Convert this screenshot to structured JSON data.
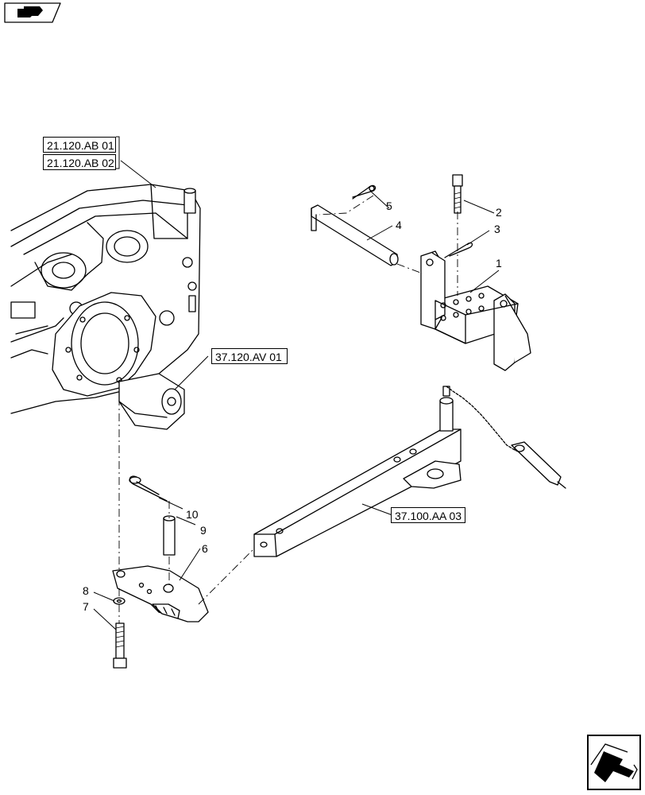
{
  "references": {
    "r1": "21.120.AB 01",
    "r2": "21.120.AB 02",
    "r3": "37.120.AV 01",
    "r4": "37.100.AA 03"
  },
  "callouts": [
    "1",
    "2",
    "3",
    "4",
    "5",
    "6",
    "7",
    "8",
    "9",
    "10"
  ],
  "icons": {
    "top_left": "book-icon",
    "bottom_right": "next-page-arrow-icon"
  }
}
